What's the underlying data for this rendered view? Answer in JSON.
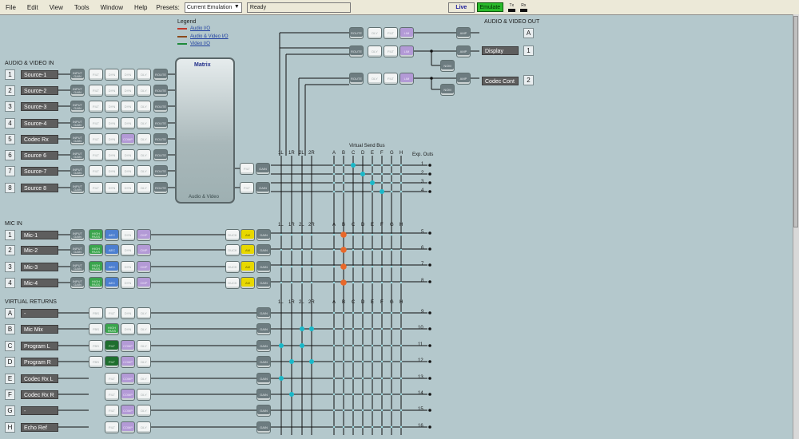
{
  "menubar": {
    "items": [
      "File",
      "Edit",
      "View",
      "Tools",
      "Window",
      "Help"
    ],
    "presets_label": "Presets:",
    "presets_value": "Current Emulation",
    "status": "Ready",
    "live_label": "Live",
    "emulate_label": "Emulate",
    "tx_label": "Tx",
    "rx_label": "Rx"
  },
  "legend": {
    "title": "Legend",
    "items": [
      {
        "label": "Audio I/O",
        "color": "#c0392b"
      },
      {
        "label": "Audio & Video I/O",
        "color": "#8b4a1c"
      },
      {
        "label": "Video I/O",
        "color": "#1e8a3a"
      }
    ]
  },
  "matrix": {
    "title": "Matrix",
    "footer": "Audio & Video"
  },
  "av_in": {
    "title": "AUDIO & VIDEO IN",
    "channels": [
      {
        "num": "1",
        "label": "Source-1"
      },
      {
        "num": "2",
        "label": "Source-2"
      },
      {
        "num": "3",
        "label": "Source-3"
      },
      {
        "num": "4",
        "label": "Source-4"
      },
      {
        "num": "5",
        "label": "Codec Rx"
      },
      {
        "num": "6",
        "label": "Source 6"
      },
      {
        "num": "7",
        "label": "Source-7"
      },
      {
        "num": "8",
        "label": "Source 8"
      }
    ]
  },
  "mic_in": {
    "title": "MIC IN",
    "channels": [
      {
        "num": "1",
        "label": "Mic-1"
      },
      {
        "num": "2",
        "label": "Mic-2"
      },
      {
        "num": "3",
        "label": "Mic-3"
      },
      {
        "num": "4",
        "label": "Mic-4"
      }
    ]
  },
  "virtual_returns": {
    "title": "VIRTUAL RETURNS",
    "channels": [
      {
        "num": "A",
        "label": "-"
      },
      {
        "num": "B",
        "label": "Mic Mix"
      },
      {
        "num": "C",
        "label": "Program L"
      },
      {
        "num": "D",
        "label": "Program R"
      },
      {
        "num": "E",
        "label": "Codec Rx L"
      },
      {
        "num": "F",
        "label": "Codec Rx R"
      },
      {
        "num": "G",
        "label": "-"
      },
      {
        "num": "H",
        "label": "Echo Ref"
      }
    ]
  },
  "av_out": {
    "title": "AUDIO & VIDEO OUT",
    "outputs": [
      {
        "num": "A",
        "label": ""
      },
      {
        "num": "1",
        "label": "Display"
      },
      {
        "num": "2",
        "label": "Codec Cont"
      }
    ]
  },
  "bus": {
    "title": "Virtual Send Bus",
    "exp_title": "Exp. Outs",
    "stereo_labels": [
      "1L",
      "1R",
      "2L",
      "2R"
    ],
    "letters": [
      "A",
      "B",
      "C",
      "D",
      "E",
      "F",
      "G",
      "H"
    ],
    "exp_outs": [
      "1",
      "2",
      "3",
      "4",
      "5",
      "6",
      "7",
      "8",
      "9",
      "10",
      "11",
      "12",
      "13",
      "14",
      "15",
      "16"
    ]
  },
  "colors": {
    "wire": "#111111",
    "node_teal": "#19b8c8",
    "node_orange": "#e8682a",
    "matrix_route": "#8b4a1c"
  }
}
